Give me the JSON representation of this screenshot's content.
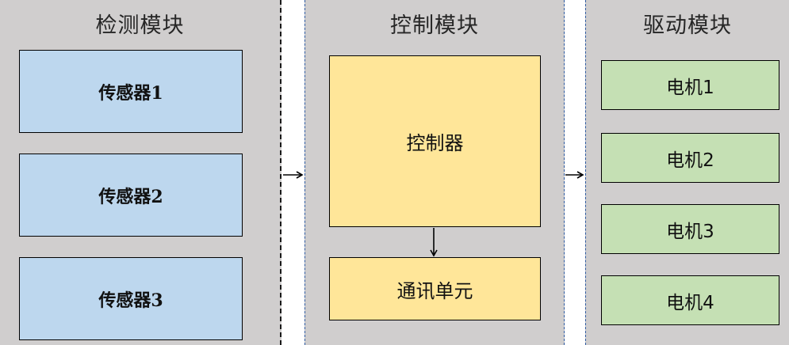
{
  "modules": {
    "detect": {
      "title": "检测模块",
      "sensors": [
        "传感器1",
        "传感器2",
        "传感器3"
      ]
    },
    "control": {
      "title": "控制模块",
      "controller": "控制器",
      "comm": "通讯单元"
    },
    "drive": {
      "title": "驱动模块",
      "motors": [
        "电机1",
        "电机2",
        "电机3",
        "电机4"
      ]
    }
  },
  "colors": {
    "panel_bg": "#d0cece",
    "sensor_fill": "#bdd7ee",
    "control_fill": "#ffe699",
    "motor_fill": "#c5e0b4"
  }
}
